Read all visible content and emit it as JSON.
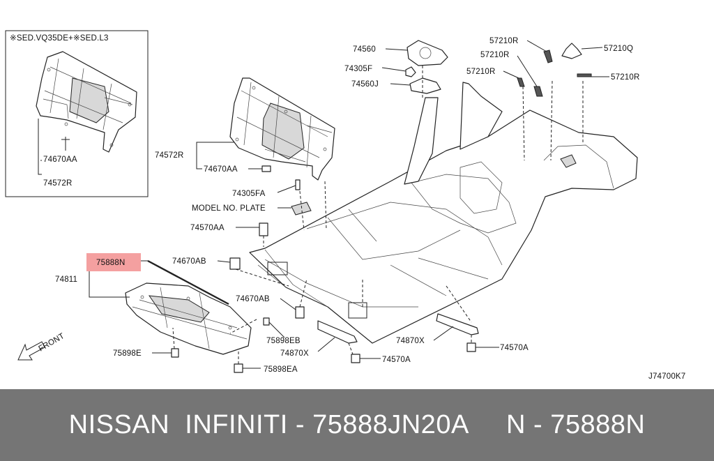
{
  "diagram": {
    "inset_label": "※SED.VQ35DE+※SED.L3",
    "front_label": "FRONT",
    "code": "J74700K7",
    "highlight_color": "#f4a0a0",
    "part_labels": {
      "p74560": "74560",
      "p74305F": "74305F",
      "p74560J": "74560J",
      "p57210R_a": "57210R",
      "p57210R_b": "57210R",
      "p57210R_c": "57210R",
      "p57210Q": "57210Q",
      "p57210R_d": "57210R",
      "p74572R_main": "74572R",
      "p74670AA_main": "74670AA",
      "p74305FA": "74305FA",
      "model_plate": "MODEL NO. PLATE",
      "p74570AA": "74570AA",
      "p74670AB_left": "74670AB",
      "p75888N": "75888N",
      "p74811": "74811",
      "p74670AB_mid": "74670AB",
      "p75898EB": "75898EB",
      "p74870X_left": "74870X",
      "p75898E": "75898E",
      "p75898EA": "75898EA",
      "p74570A_mid": "74570A",
      "p74870X_right": "74870X",
      "p74570A_right": "74570A",
      "p74670AA_inset": "74670AA",
      "p74572R_inset": "74572R"
    }
  },
  "footer": {
    "title": "NISSAN  INFINITI - 75888JN20A     N - 75888N"
  }
}
